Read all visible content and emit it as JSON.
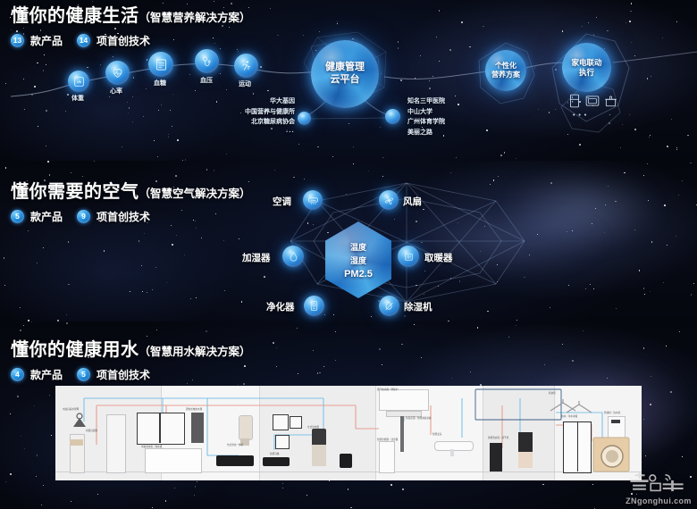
{
  "sections": [
    {
      "id": "nutrition",
      "title": "懂你的健康生活",
      "subtitle": "（智慧营养解决方案）",
      "stats": [
        {
          "count": "13",
          "label": "款产品"
        },
        {
          "count": "14",
          "label": "项首创技术"
        }
      ],
      "nodes": [
        {
          "label": "体重",
          "icon": "scale-icon"
        },
        {
          "label": "心率",
          "icon": "heart-rate-icon"
        },
        {
          "label": "血糖",
          "icon": "blood-glucose-icon"
        },
        {
          "label": "血压",
          "icon": "blood-pressure-icon"
        },
        {
          "label": "运动",
          "icon": "exercise-icon"
        }
      ],
      "hub": {
        "line1": "健康管理",
        "line2": "云平台"
      },
      "partners_left": [
        "华大基因",
        "中国营养与健康所",
        "北京糖尿病协会",
        "···"
      ],
      "partners_right": [
        "知名三甲医院",
        "中山大学",
        "广州体育学院",
        "美丽之路"
      ],
      "output_nodes": [
        {
          "line1": "个性化",
          "line2": "营养方案"
        },
        {
          "line1": "家电联动",
          "line2": "执行"
        }
      ],
      "appliance_icons": [
        "refrigerator-icon",
        "oven-icon",
        "rice-cooker-icon"
      ],
      "appliance_more": "• • •"
    },
    {
      "id": "air",
      "title": "懂你需要的空气",
      "subtitle": "（智慧空气解决方案）",
      "stats": [
        {
          "count": "5",
          "label": "款产品"
        },
        {
          "count": "9",
          "label": "项首创技术"
        }
      ],
      "core_metrics": [
        "温度",
        "湿度",
        "PM2.5"
      ],
      "nodes": [
        {
          "label": "空调",
          "icon": "air-conditioner-icon",
          "side": "left"
        },
        {
          "label": "风扇",
          "icon": "fan-icon",
          "side": "right"
        },
        {
          "label": "加湿器",
          "icon": "humidifier-icon",
          "side": "left"
        },
        {
          "label": "取暖器",
          "icon": "heater-icon",
          "side": "right"
        },
        {
          "label": "净化器",
          "icon": "air-purifier-icon",
          "side": "left"
        },
        {
          "label": "除湿机",
          "icon": "dehumidifier-icon",
          "side": "right"
        }
      ]
    },
    {
      "id": "water",
      "title": "懂你的健康用水",
      "subtitle": "（智慧用水解决方案）",
      "stats": [
        {
          "count": "4",
          "label": "款产品"
        },
        {
          "count": "5",
          "label": "项首创技术"
        }
      ]
    }
  ],
  "watermark": {
    "text": "ZNgonghui.com",
    "logo": "zhineng-gonghui-logo-icon"
  },
  "colors": {
    "accent": "#2f9fe6",
    "node_core": "#64bdf2",
    "background": "#05070f",
    "text": "#ffffff",
    "schematic_bg": "#f3f3f4",
    "pipe_cold": "#7fc3e8",
    "pipe_hot": "#e8a090"
  }
}
